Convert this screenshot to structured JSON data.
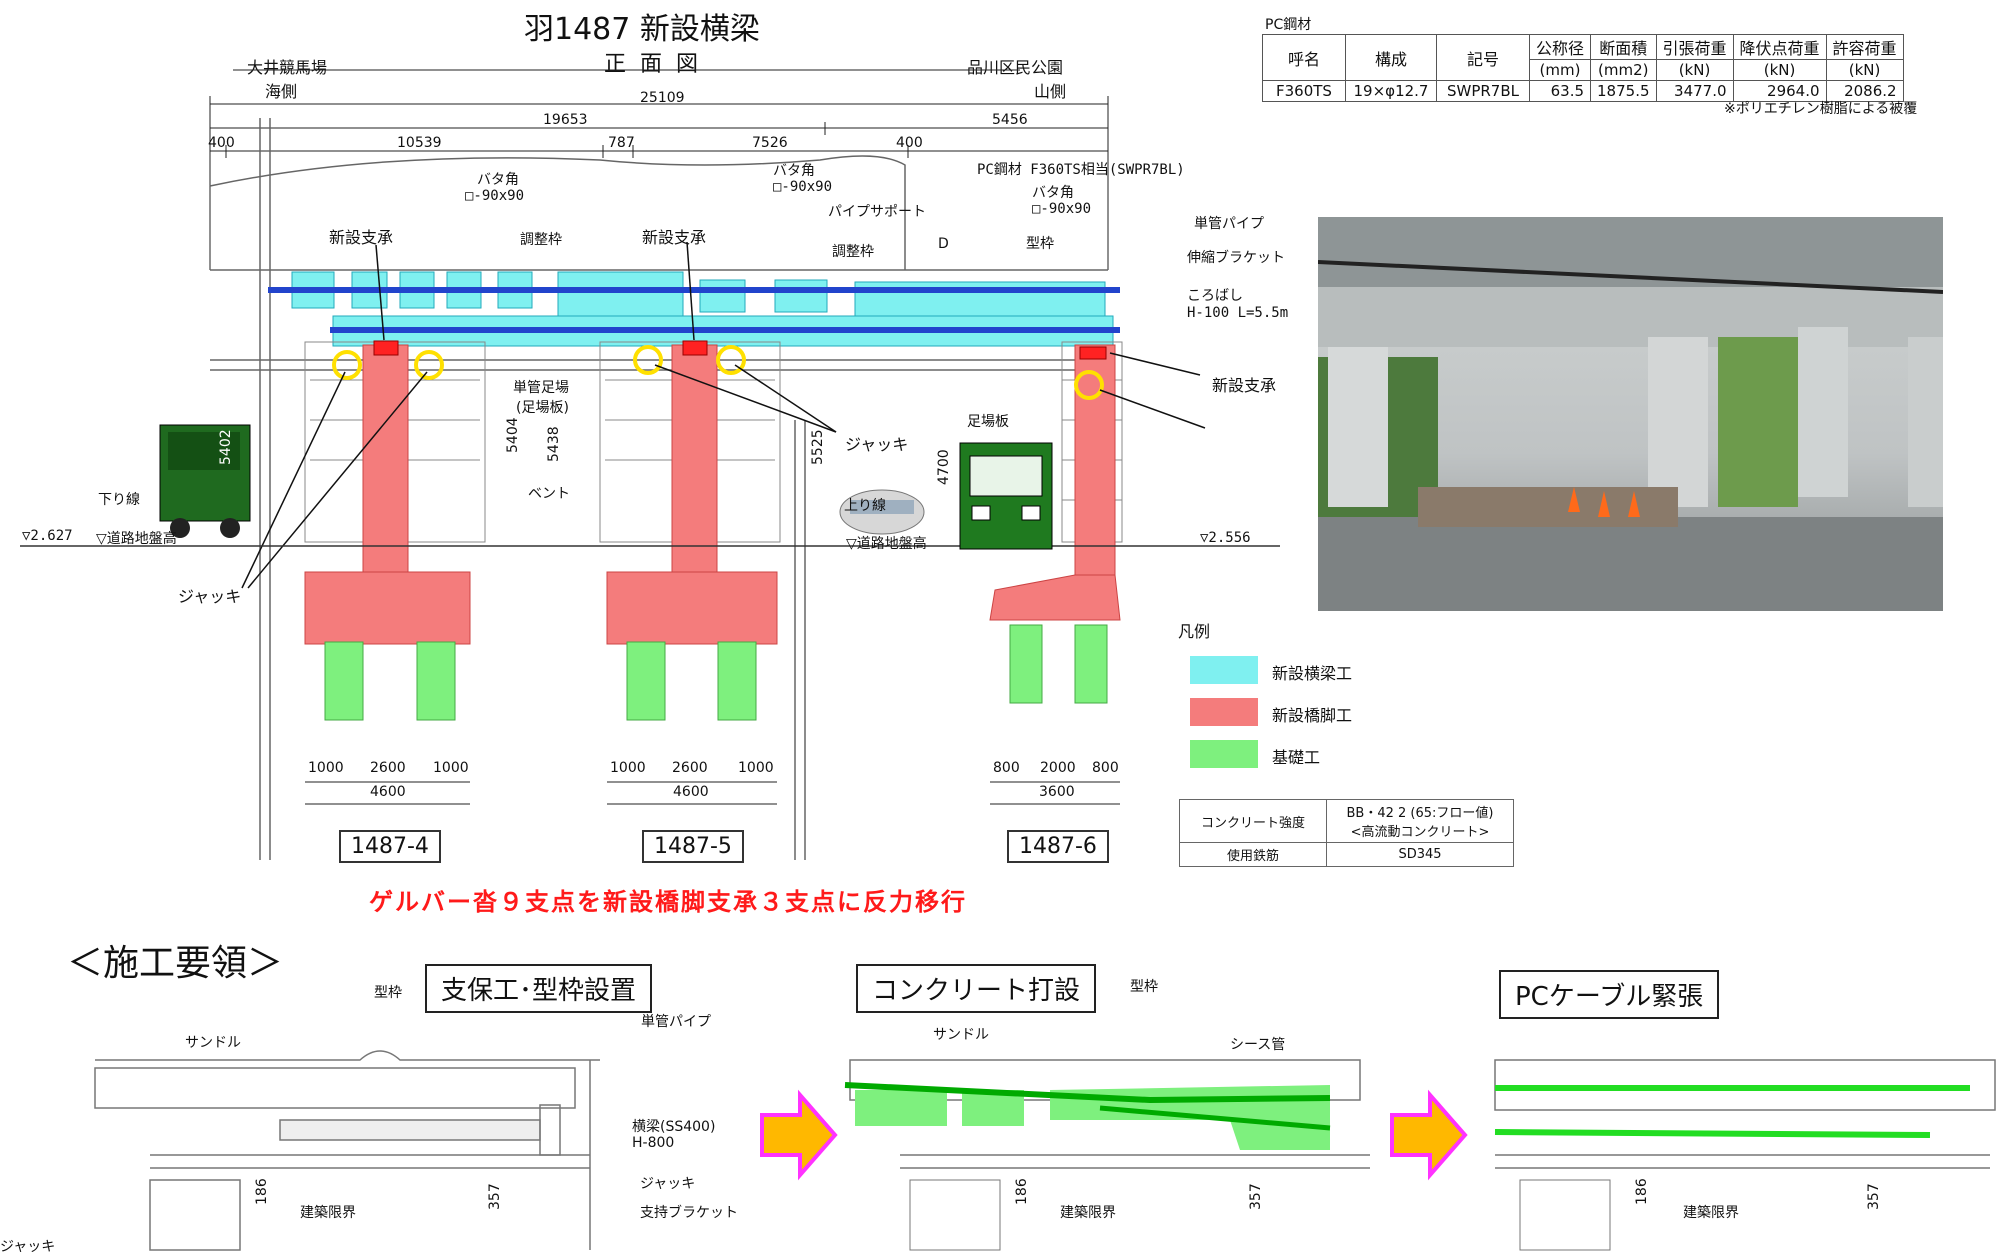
{
  "title": "羽1487 新設横梁",
  "subtitle": "正面図",
  "left_side": {
    "place": "大井競馬場",
    "side": "海側"
  },
  "right_side": {
    "place": "品川区民公園",
    "side": "山側"
  },
  "dims": {
    "total": "25109",
    "top_row": [
      "400",
      "10539",
      "787",
      "7526",
      "400"
    ],
    "mid_row": [
      "19653",
      "5456"
    ],
    "pier_heights": [
      "5404",
      "5438",
      "5525",
      "4700"
    ]
  },
  "pc_table": {
    "caption": "PC鋼材",
    "headers": [
      "呼名",
      "構成",
      "記号",
      "公称径",
      "断面積",
      "引張荷重",
      "降伏点荷重",
      "許容荷重"
    ],
    "units": [
      "(mm)",
      "(mm2)",
      "(kN)",
      "(kN)",
      "(kN)"
    ],
    "row": [
      "F360TS",
      "19×φ12.7",
      "SWPR7BL",
      "63.5",
      "1875.5",
      "3477.0",
      "2964.0",
      "2086.2"
    ],
    "note": "※ポリエチレン樹脂による被覆"
  },
  "labels": {
    "bata1": "バタ角",
    "bata1_dim": "□-90x90",
    "bata2": "バタ角",
    "bata2_dim": "□-90x90",
    "pc_material": "PC鋼材 F360TS相当(SWPR7BL)",
    "bata3": "バタ角",
    "bata3_dim": "□-90x90",
    "pipe_support": "パイプサポート",
    "adjust1": "調整枠",
    "adjust2": "調整枠",
    "d": "D",
    "formwork": "型枠",
    "single_pipe": "単管パイプ",
    "bracket": "伸縮ブラケット",
    "korobashi": "ころばし",
    "korobashi_spec": "H-100 L=5.5m",
    "new_bearing_l": "新設支承",
    "new_bearing_c": "新設支承",
    "new_bearing_r": "新設支承",
    "scaffold": "単管足場",
    "scaffold_sub": "(足場板)",
    "bent": "ベント",
    "jack_c": "ジャッキ",
    "jack_l": "ジャッキ",
    "footboard": "足場板",
    "down_line": "下り線",
    "up_line": "上り線",
    "elev_l": "▽2.627",
    "road_l": "▽道路地盤高",
    "road_c": "▽道路地盤高",
    "elev_r": "▽2.556",
    "truck_num": "5402"
  },
  "piers": [
    {
      "name": "1487-4",
      "dims": [
        "1000",
        "2600",
        "1000"
      ],
      "total": "4600"
    },
    {
      "name": "1487-5",
      "dims": [
        "1000",
        "2600",
        "1000"
      ],
      "total": "4600"
    },
    {
      "name": "1487-6",
      "dims": [
        "800",
        "2000",
        "800"
      ],
      "total": "3600"
    }
  ],
  "legend": {
    "title": "凡例",
    "items": [
      {
        "label": "新設横梁工",
        "color": "#7ff0f0"
      },
      {
        "label": "新設橋脚工",
        "color": "#f47c7c"
      },
      {
        "label": "基礎工",
        "color": "#7ef07e"
      }
    ]
  },
  "spec_table": {
    "rows": [
      {
        "label": "コンクリート強度",
        "value1": "BB・42 2 (65:フロー値)",
        "value2": "<高流動コンクリート>"
      },
      {
        "label": "使用鉄筋",
        "value1": "SD345",
        "value2": ""
      }
    ]
  },
  "banner": "ゲルバー沓９支点を新設橋脚支承３支点に反力移行",
  "procedure": {
    "heading": "＜施工要領＞",
    "steps": [
      "支保工･型枠設置",
      "コンクリート打設",
      "PCケーブル緊張"
    ],
    "s1": {
      "formwork": "型枠",
      "saddle": "サンドル",
      "pipe": "単管パイプ",
      "beam": "横梁(SS400)",
      "beam_spec": "H-800",
      "jack": "ジャッキ",
      "bracket": "支持ブラケット",
      "limit": "建築限界",
      "jack2": "ジャッキ",
      "d1": "186",
      "d2": "357"
    },
    "s2": {
      "saddle": "サンドル",
      "formwork": "型枠",
      "sheath": "シース管",
      "limit": "建築限界",
      "d1": "186",
      "d2": "357"
    },
    "s3": {
      "limit": "建築限界",
      "d1": "186",
      "d2": "357"
    }
  },
  "colors": {
    "beam": "#7ff0f0",
    "pier": "#f47c7c",
    "foundation": "#7ef07e",
    "cable": "#2244cc",
    "bearing": "#ff2222",
    "jack_circle": "#ffee00",
    "arrow": "#ff33ff",
    "arrow_fill": "#ffb800"
  }
}
